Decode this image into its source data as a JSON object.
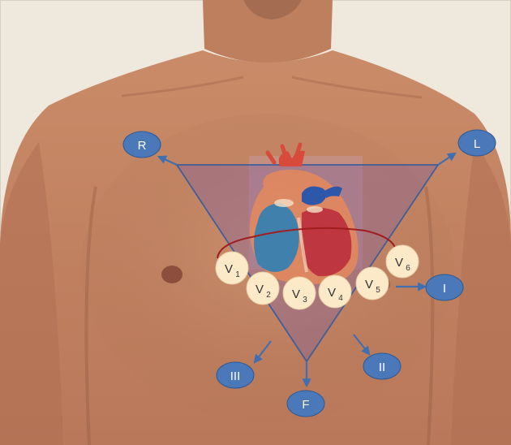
{
  "limb_leads": {
    "R": "R",
    "L": "L",
    "F": "F"
  },
  "derived_leads": {
    "I": "I",
    "II": "II",
    "III": "III"
  },
  "precordial_leads": [
    {
      "letter": "V",
      "sub": "1"
    },
    {
      "letter": "V",
      "sub": "2"
    },
    {
      "letter": "V",
      "sub": "3"
    },
    {
      "letter": "V",
      "sub": "4"
    },
    {
      "letter": "V",
      "sub": "5"
    },
    {
      "letter": "V",
      "sub": "6"
    }
  ],
  "colors": {
    "lead_circle_fill": "#4a78b8",
    "lead_circle_stroke": "#2e5a96",
    "lead_text": "#ffffff",
    "triangle_line": "#3f5f9a",
    "triangle_fill": "#7f5fa0",
    "electrode_fill": "#fbe9c8",
    "electrode_text": "#333333",
    "arc": "#a01e1e",
    "wall": "#f1ebdf",
    "skin": "#c88a66"
  }
}
